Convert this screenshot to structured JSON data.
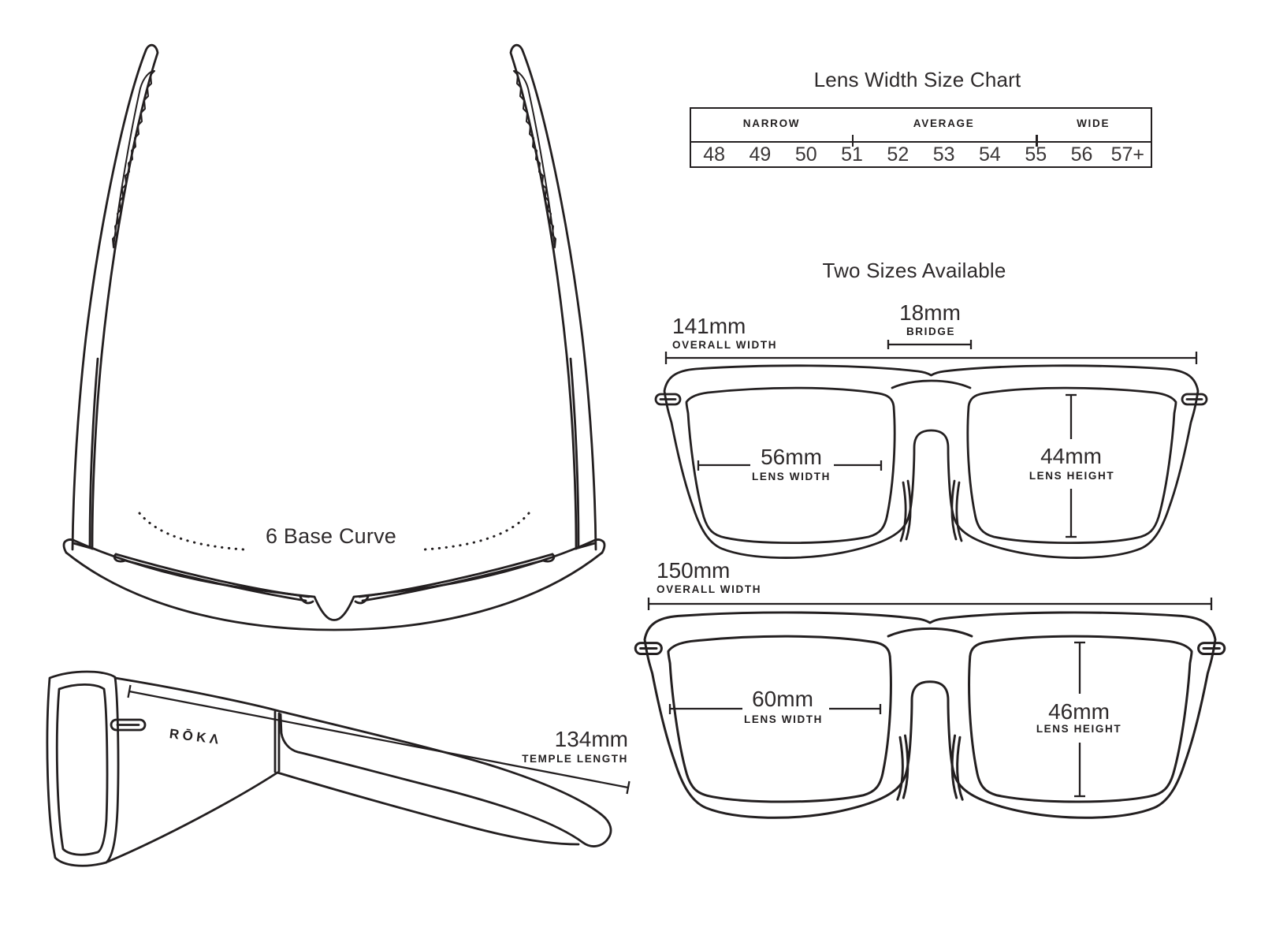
{
  "colors": {
    "ink": "#231f20",
    "bg": "#ffffff"
  },
  "size_chart": {
    "title": "Lens Width Size Chart",
    "groups": [
      {
        "label": "NARROW"
      },
      {
        "label": "AVERAGE"
      },
      {
        "label": "WIDE"
      }
    ],
    "sizes": [
      "48",
      "49",
      "50",
      "51",
      "52",
      "53",
      "54",
      "55",
      "56",
      "57+"
    ]
  },
  "two_sizes": {
    "title": "Two Sizes Available",
    "size_one": {
      "overall_width_value": "141mm",
      "overall_width_label": "OVERALL WIDTH",
      "bridge_value": "18mm",
      "bridge_label": "BRIDGE",
      "lens_width_value": "56mm",
      "lens_width_label": "LENS WIDTH",
      "lens_height_value": "44mm",
      "lens_height_label": "LENS HEIGHT"
    },
    "size_two": {
      "overall_width_value": "150mm",
      "overall_width_label": "OVERALL WIDTH",
      "lens_width_value": "60mm",
      "lens_width_label": "LENS WIDTH",
      "lens_height_value": "46mm",
      "lens_height_label": "LENS HEIGHT"
    }
  },
  "top_view": {
    "base_curve_label": "6 Base Curve"
  },
  "side_view": {
    "brand": "RŌKΛ",
    "temple_length_value": "134mm",
    "temple_length_label": "TEMPLE LENGTH"
  }
}
